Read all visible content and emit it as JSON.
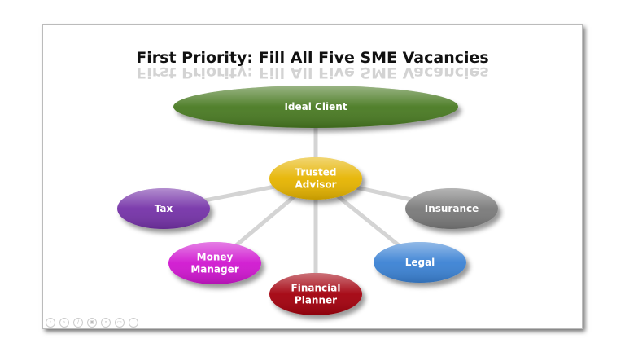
{
  "slide": {
    "title": "First Priority: Fill All Five SME Vacancies",
    "top_node": {
      "label": "Ideal Client",
      "color": "#4a7a22"
    },
    "center_node": {
      "lines": [
        "Trusted",
        "Advisor"
      ],
      "color": "#e6b400"
    },
    "nodes": [
      {
        "id": "tax",
        "lines": [
          "Tax"
        ],
        "color": "#7430a8"
      },
      {
        "id": "insurance",
        "lines": [
          "Insurance"
        ],
        "color": "#7a7a7a"
      },
      {
        "id": "money-manager",
        "lines": [
          "Money",
          "Manager"
        ],
        "color": "#d012d0"
      },
      {
        "id": "legal",
        "lines": [
          "Legal"
        ],
        "color": "#3b82d4"
      },
      {
        "id": "financial-planner",
        "lines": [
          "Financial",
          "Planner"
        ],
        "color": "#a3000f"
      }
    ]
  },
  "controls": [
    {
      "icon": "previous-icon",
      "glyph": "‹"
    },
    {
      "icon": "next-icon",
      "glyph": "›"
    },
    {
      "icon": "pen-icon",
      "glyph": "/"
    },
    {
      "icon": "slides-icon",
      "glyph": "▣"
    },
    {
      "icon": "zoom-icon",
      "glyph": "⌕"
    },
    {
      "icon": "screen-icon",
      "glyph": "▭"
    },
    {
      "icon": "more-icon",
      "glyph": "…"
    }
  ]
}
